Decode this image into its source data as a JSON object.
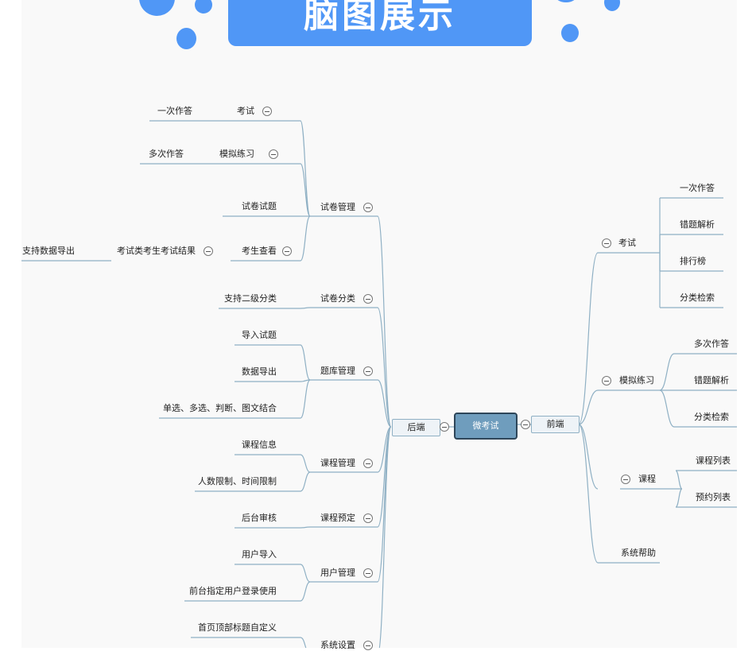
{
  "title": "脑图展示",
  "root": "微考试",
  "backend": {
    "label": "后端",
    "groups": [
      {
        "label": "试卷管理",
        "children": [
          "考试",
          "模拟练习",
          "试卷试题",
          "考生查看"
        ],
        "sub": {
          "exam": "一次作答",
          "practice": "多次作答",
          "viewer": "考试类考生考试结果",
          "export": "支持数据导出"
        }
      },
      {
        "label": "试卷分类",
        "children": [
          "支持二级分类"
        ]
      },
      {
        "label": "题库管理",
        "children": [
          "导入试题",
          "数据导出",
          "单选、多选、判断、图文结合"
        ]
      },
      {
        "label": "课程管理",
        "children": [
          "课程信息",
          "人数限制、时间限制"
        ]
      },
      {
        "label": "课程预定",
        "children": [
          "后台审核"
        ]
      },
      {
        "label": "用户管理",
        "children": [
          "用户导入",
          "前台指定用户登录使用"
        ]
      },
      {
        "label": "系统设置",
        "children": [
          "首页顶部标题自定义"
        ]
      }
    ]
  },
  "frontend": {
    "label": "前端",
    "groups": [
      {
        "label": "考试",
        "children": [
          "一次作答",
          "错题解析",
          "排行榜",
          "分类检索"
        ]
      },
      {
        "label": "模拟练习",
        "children": [
          "多次作答",
          "错题解析",
          "分类检索"
        ]
      },
      {
        "label": "课程",
        "children": [
          "课程列表",
          "预约列表"
        ]
      },
      {
        "label": "系统帮助",
        "children": []
      }
    ]
  }
}
